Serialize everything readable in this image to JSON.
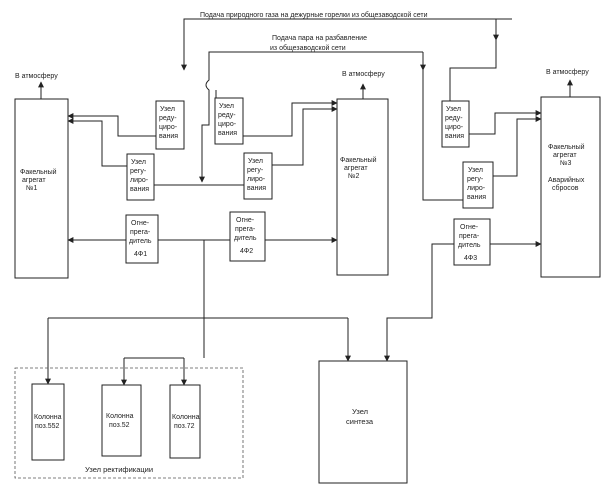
{
  "supply": {
    "gas": "Подача природного газа на дежурные горелки из общезаводской сети",
    "steam_1": "Подача пара на разбавление",
    "steam_2": "из общезаводской сети"
  },
  "atmosphere": "В атмосферу",
  "flare_1": {
    "line1": "Факельный",
    "line2": "агрегат",
    "line3": "№1"
  },
  "flare_2": {
    "line1": "Факельный",
    "line2": "агрегат",
    "line3": "№2"
  },
  "flare_3": {
    "line1": "Факельный",
    "line2": "агрегат",
    "line3": "№3",
    "line4": "Аварийных",
    "line5": "сбросов"
  },
  "reducer": {
    "line1": "Узел",
    "line2": "реду-",
    "line3": "циро-",
    "line4": "вания"
  },
  "regulator": {
    "line1": "Узел",
    "line2": "регу-",
    "line3": "лиро-",
    "line4": "вания"
  },
  "arrester": {
    "line1": "Огне-",
    "line2": "прега-",
    "line3": "дитель",
    "a1": "4Ф1",
    "a2": "4Ф2",
    "a3": "4Ф3"
  },
  "column_552": {
    "line1": "Колонна",
    "line2": "поз.552"
  },
  "column_52": {
    "line1": "Колонна",
    "line2": "поз.52"
  },
  "column_72": {
    "line1": "Колонна",
    "line2": "поз.72"
  },
  "rectification": "Узел ректификации",
  "synthesis": {
    "line1": "Узел",
    "line2": "синтеза"
  }
}
